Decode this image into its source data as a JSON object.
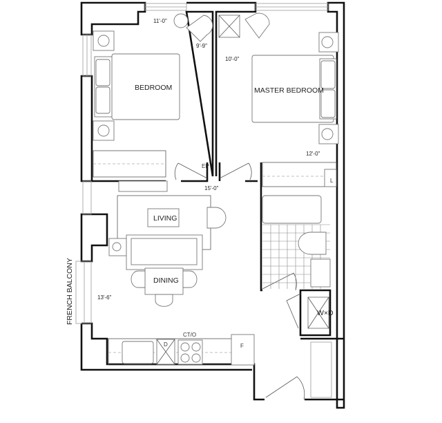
{
  "rooms": {
    "bedroom": "BEDROOM",
    "master_bedroom": "MASTER BEDROOM",
    "living": "LIVING",
    "dining": "DINING",
    "french_balcony": "FRENCH BALCONY"
  },
  "dimensions": {
    "bedroom_width": "11'-0\"",
    "bedroom_depth": "9'-9\"",
    "master_width": "10'-0\"",
    "master_depth": "12'-0\"",
    "living_depth": "15'-0\"",
    "living_width": "13'-6\""
  },
  "fixtures": {
    "ep": "EP",
    "linen": "L",
    "washer_dryer": "W×D",
    "countertop_oven": "CT/O",
    "dishwasher": "D",
    "fridge": "F"
  }
}
